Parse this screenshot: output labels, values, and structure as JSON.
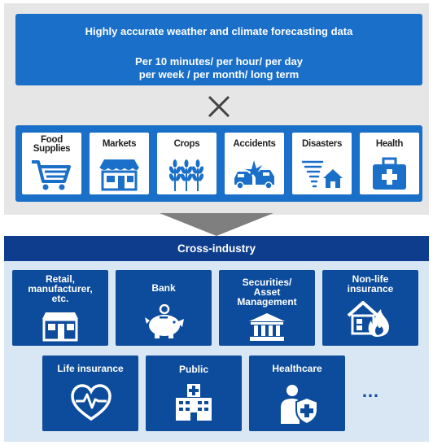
{
  "header": {
    "title": "Highly accurate weather and climate forecasting data",
    "periods_line1": "Per 10 minutes/ per hour/ per day",
    "periods_line2": "per week / per month/ long term"
  },
  "data_categories": [
    {
      "label": "Food Supplies",
      "icon": "shopping-cart-icon"
    },
    {
      "label": "Markets",
      "icon": "storefront-icon"
    },
    {
      "label": "Crops",
      "icon": "wheat-icon"
    },
    {
      "label": "Accidents",
      "icon": "car-crash-icon"
    },
    {
      "label": "Disasters",
      "icon": "tornado-house-icon"
    },
    {
      "label": "Health",
      "icon": "first-aid-kit-icon"
    }
  ],
  "cross_industry": {
    "title": "Cross-industry",
    "industries": [
      {
        "label": "Retail, manufacturer, etc.",
        "icon": "shop-icon"
      },
      {
        "label": "Bank",
        "icon": "piggy-bank-icon"
      },
      {
        "label": "Securities/ Asset Management",
        "icon": "institution-icon"
      },
      {
        "label": "Non-life insurance",
        "icon": "house-fire-icon"
      },
      {
        "label": "Life insurance",
        "icon": "heart-pulse-icon"
      },
      {
        "label": "Public",
        "icon": "hospital-icon"
      },
      {
        "label": "Healthcare",
        "icon": "person-shield-icon"
      }
    ],
    "more": "…"
  },
  "colors": {
    "primary_blue": "#1a6fc9",
    "dark_blue": "#0d4c9c",
    "panel_gray": "#e6e6e6",
    "panel_light_blue": "#d9e6f4"
  }
}
